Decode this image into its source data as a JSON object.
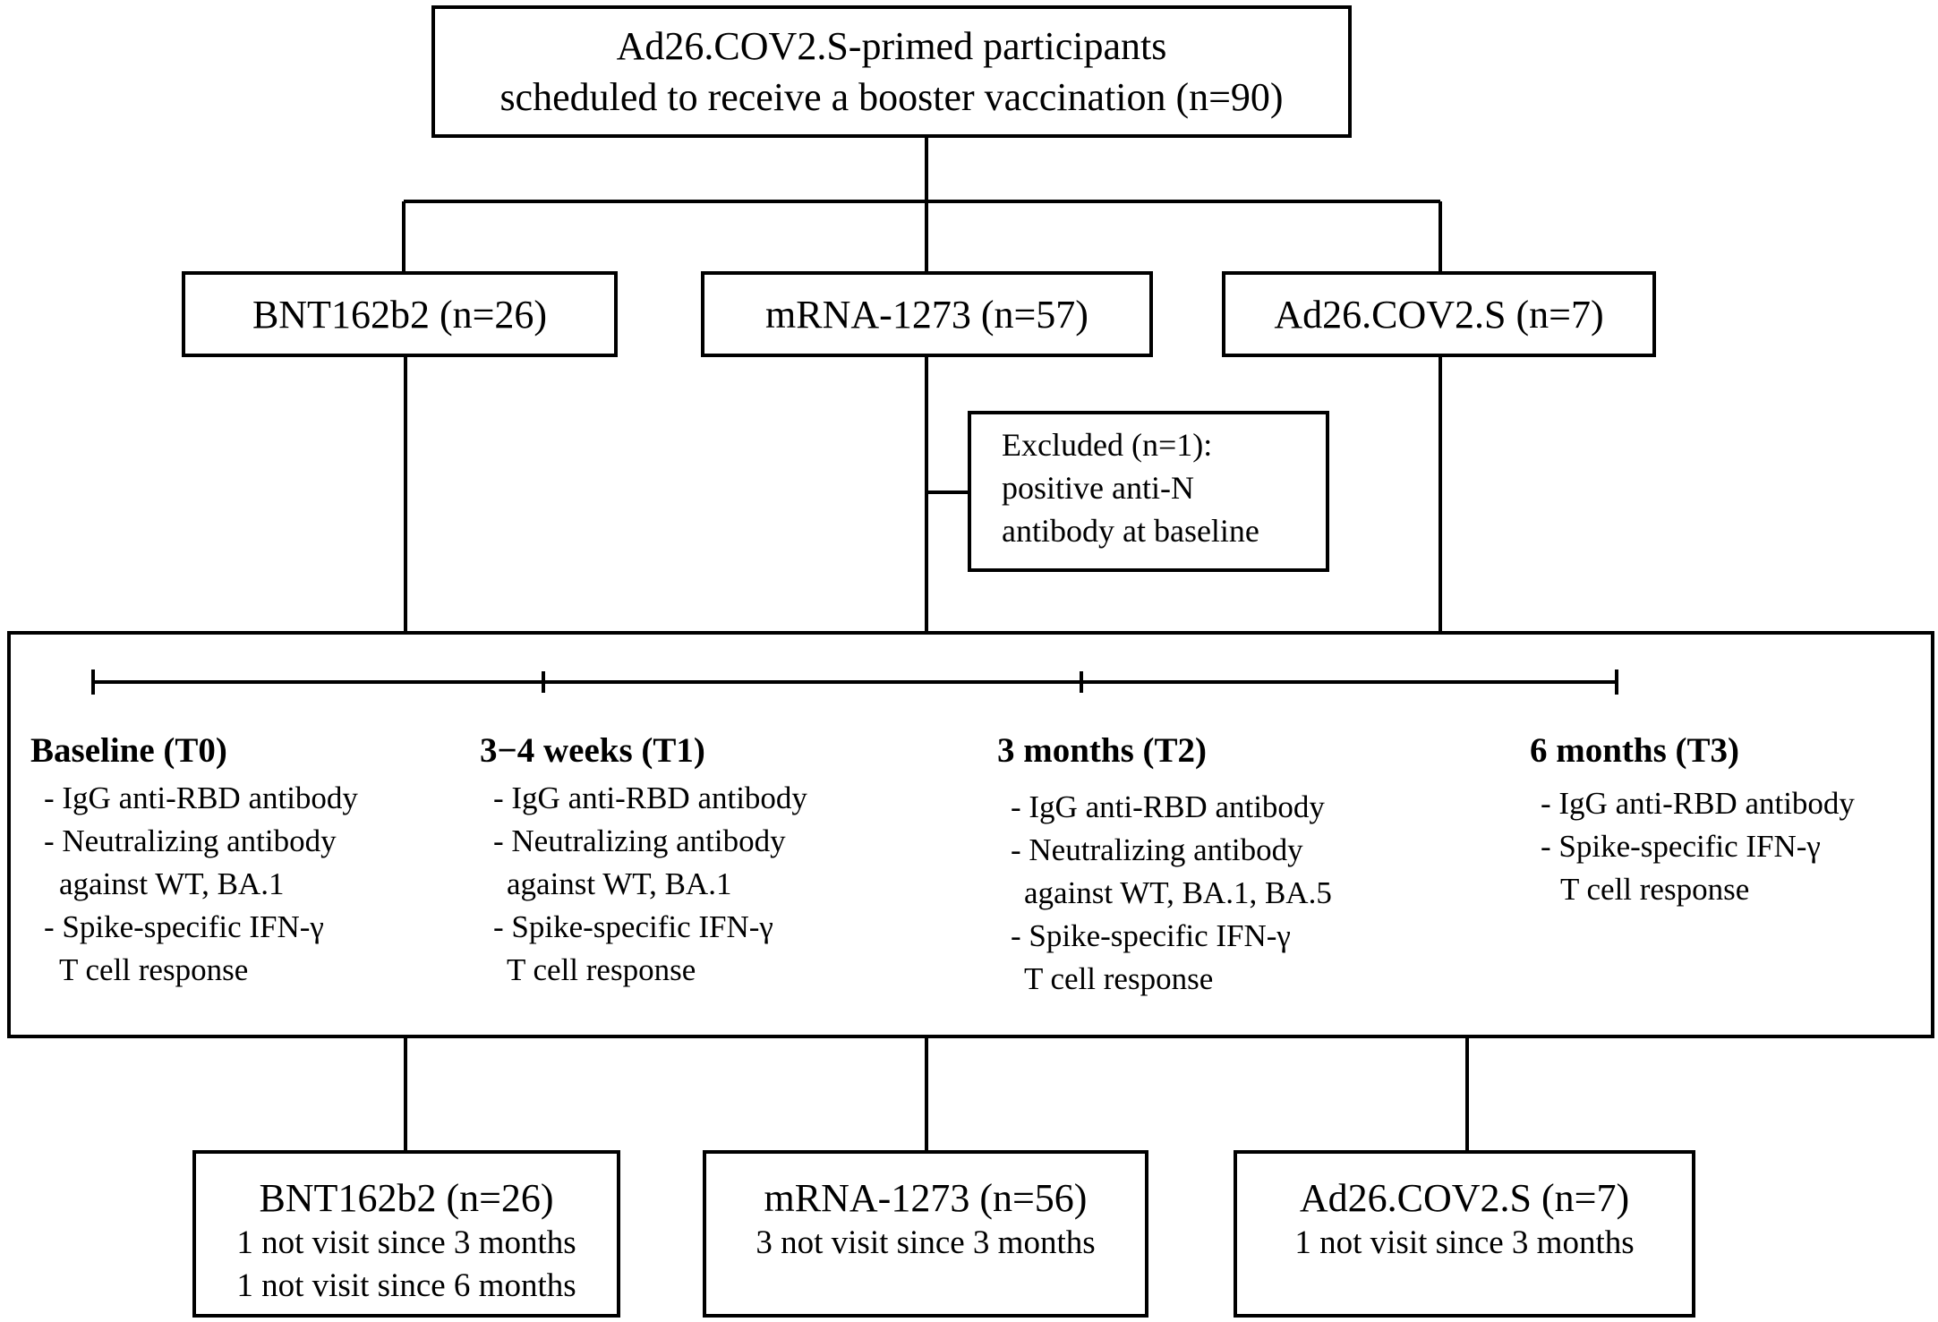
{
  "top": {
    "line1": "Ad26.COV2.S-primed participants",
    "line2": "scheduled to receive a booster vaccination (n=90)"
  },
  "arms": [
    {
      "label": "BNT162b2 (n=26)"
    },
    {
      "label": "mRNA-1273 (n=57)"
    },
    {
      "label": "Ad26.COV2.S (n=7)"
    }
  ],
  "excluded": {
    "line1": "Excluded (n=1):",
    "line2": "positive anti-N",
    "line3": "antibody at baseline"
  },
  "timepoints": [
    {
      "title": "Baseline (T0)",
      "lines": [
        "- IgG anti-RBD antibody",
        "- Neutralizing antibody",
        "against WT, BA.1",
        "- Spike-specific IFN-γ",
        "T cell response"
      ]
    },
    {
      "title": "3−4 weeks (T1)",
      "lines": [
        "- IgG anti-RBD antibody",
        "- Neutralizing antibody",
        "against WT, BA.1",
        "- Spike-specific IFN-γ",
        "T cell response"
      ]
    },
    {
      "title": "3 months (T2)",
      "lines": [
        "- IgG anti-RBD antibody",
        "- Neutralizing antibody",
        "against WT, BA.1, BA.5",
        "- Spike-specific IFN-γ",
        "T cell response"
      ]
    },
    {
      "title": "6 months (T3)",
      "lines": [
        "- IgG anti-RBD antibody",
        "- Spike-specific IFN-γ",
        "T cell response"
      ]
    }
  ],
  "outcomes": [
    {
      "title": "BNT162b2 (n=26)",
      "lines": [
        "1 not visit since 3 months",
        "1 not visit since 6 months"
      ]
    },
    {
      "title": "mRNA-1273 (n=56)",
      "lines": [
        "3 not visit since 3 months"
      ]
    },
    {
      "title": "Ad26.COV2.S (n=7)",
      "lines": [
        "1 not visit since 3 months"
      ]
    }
  ]
}
